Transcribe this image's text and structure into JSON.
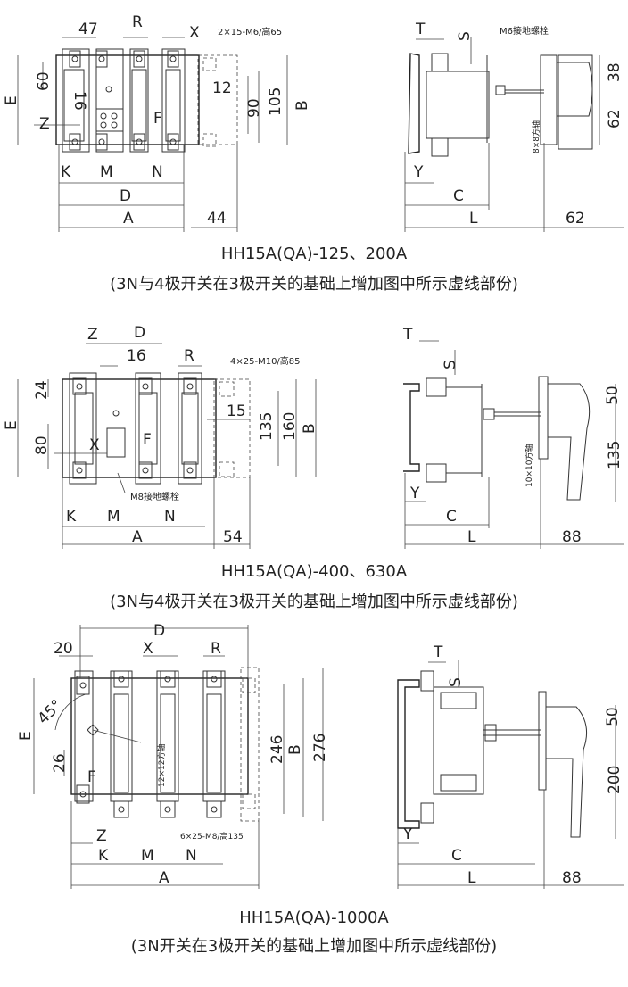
{
  "section1": {
    "caption": "HH15A(QA)-125、200A",
    "note": "(3N与4极开关在3极开关的基础上增加图中所示虚线部份)",
    "labels": {
      "d47": "47",
      "R": "R",
      "X": "X",
      "bolt": "2×15-M6/高65",
      "d60": "60",
      "E": "E",
      "d16": "16",
      "d12": "12",
      "d90": "90",
      "d105": "105",
      "B": "B",
      "Z": "Z",
      "F": "F",
      "K": "K",
      "M": "M",
      "N": "N",
      "D": "D",
      "A": "A",
      "d44": "44",
      "T": "T",
      "S": "S",
      "ground": "M6接地螺栓",
      "d38": "38",
      "d62": "62",
      "shaft": "8×8方轴",
      "Y": "Y",
      "C": "C",
      "L": "L",
      "d62b": "62"
    }
  },
  "section2": {
    "caption": "HH15A(QA)-400、630A",
    "note": "(3N与4极开关在3极开关的基础上增加图中所示虚线部份)",
    "labels": {
      "Z": "Z",
      "D": "D",
      "d16": "16",
      "R": "R",
      "bolt": "4×25-M10/高85",
      "d24": "24",
      "E": "E",
      "d15": "15",
      "d135": "135",
      "d160": "160",
      "B": "B",
      "d80": "80",
      "X": "X",
      "F": "F",
      "ground": "M8接地螺栓",
      "K": "K",
      "M": "M",
      "N": "N",
      "A": "A",
      "d54": "54",
      "T": "T",
      "S": "S",
      "d50": "50",
      "d135b": "135",
      "shaft": "10×10方轴",
      "Y": "Y",
      "C": "C",
      "L": "L",
      "d88": "88"
    }
  },
  "section3": {
    "caption": "HH15A(QA)-1000A",
    "note": "(3N开关在3极开关的基础上增加图中所示虚线部份)",
    "labels": {
      "D": "D",
      "d20": "20",
      "X": "X",
      "R": "R",
      "E": "E",
      "deg45": "45°",
      "d26": "26",
      "F": "F",
      "shaft": "12×12方轴",
      "d246": "246",
      "B": "B",
      "d276": "276",
      "Z": "Z",
      "bolt": "6×25-M8/高135",
      "K": "K",
      "M": "M",
      "N": "N",
      "A": "A",
      "T": "T",
      "S": "S",
      "d50": "50",
      "d200": "200",
      "Y": "Y",
      "C": "C",
      "L": "L",
      "d88": "88"
    }
  }
}
